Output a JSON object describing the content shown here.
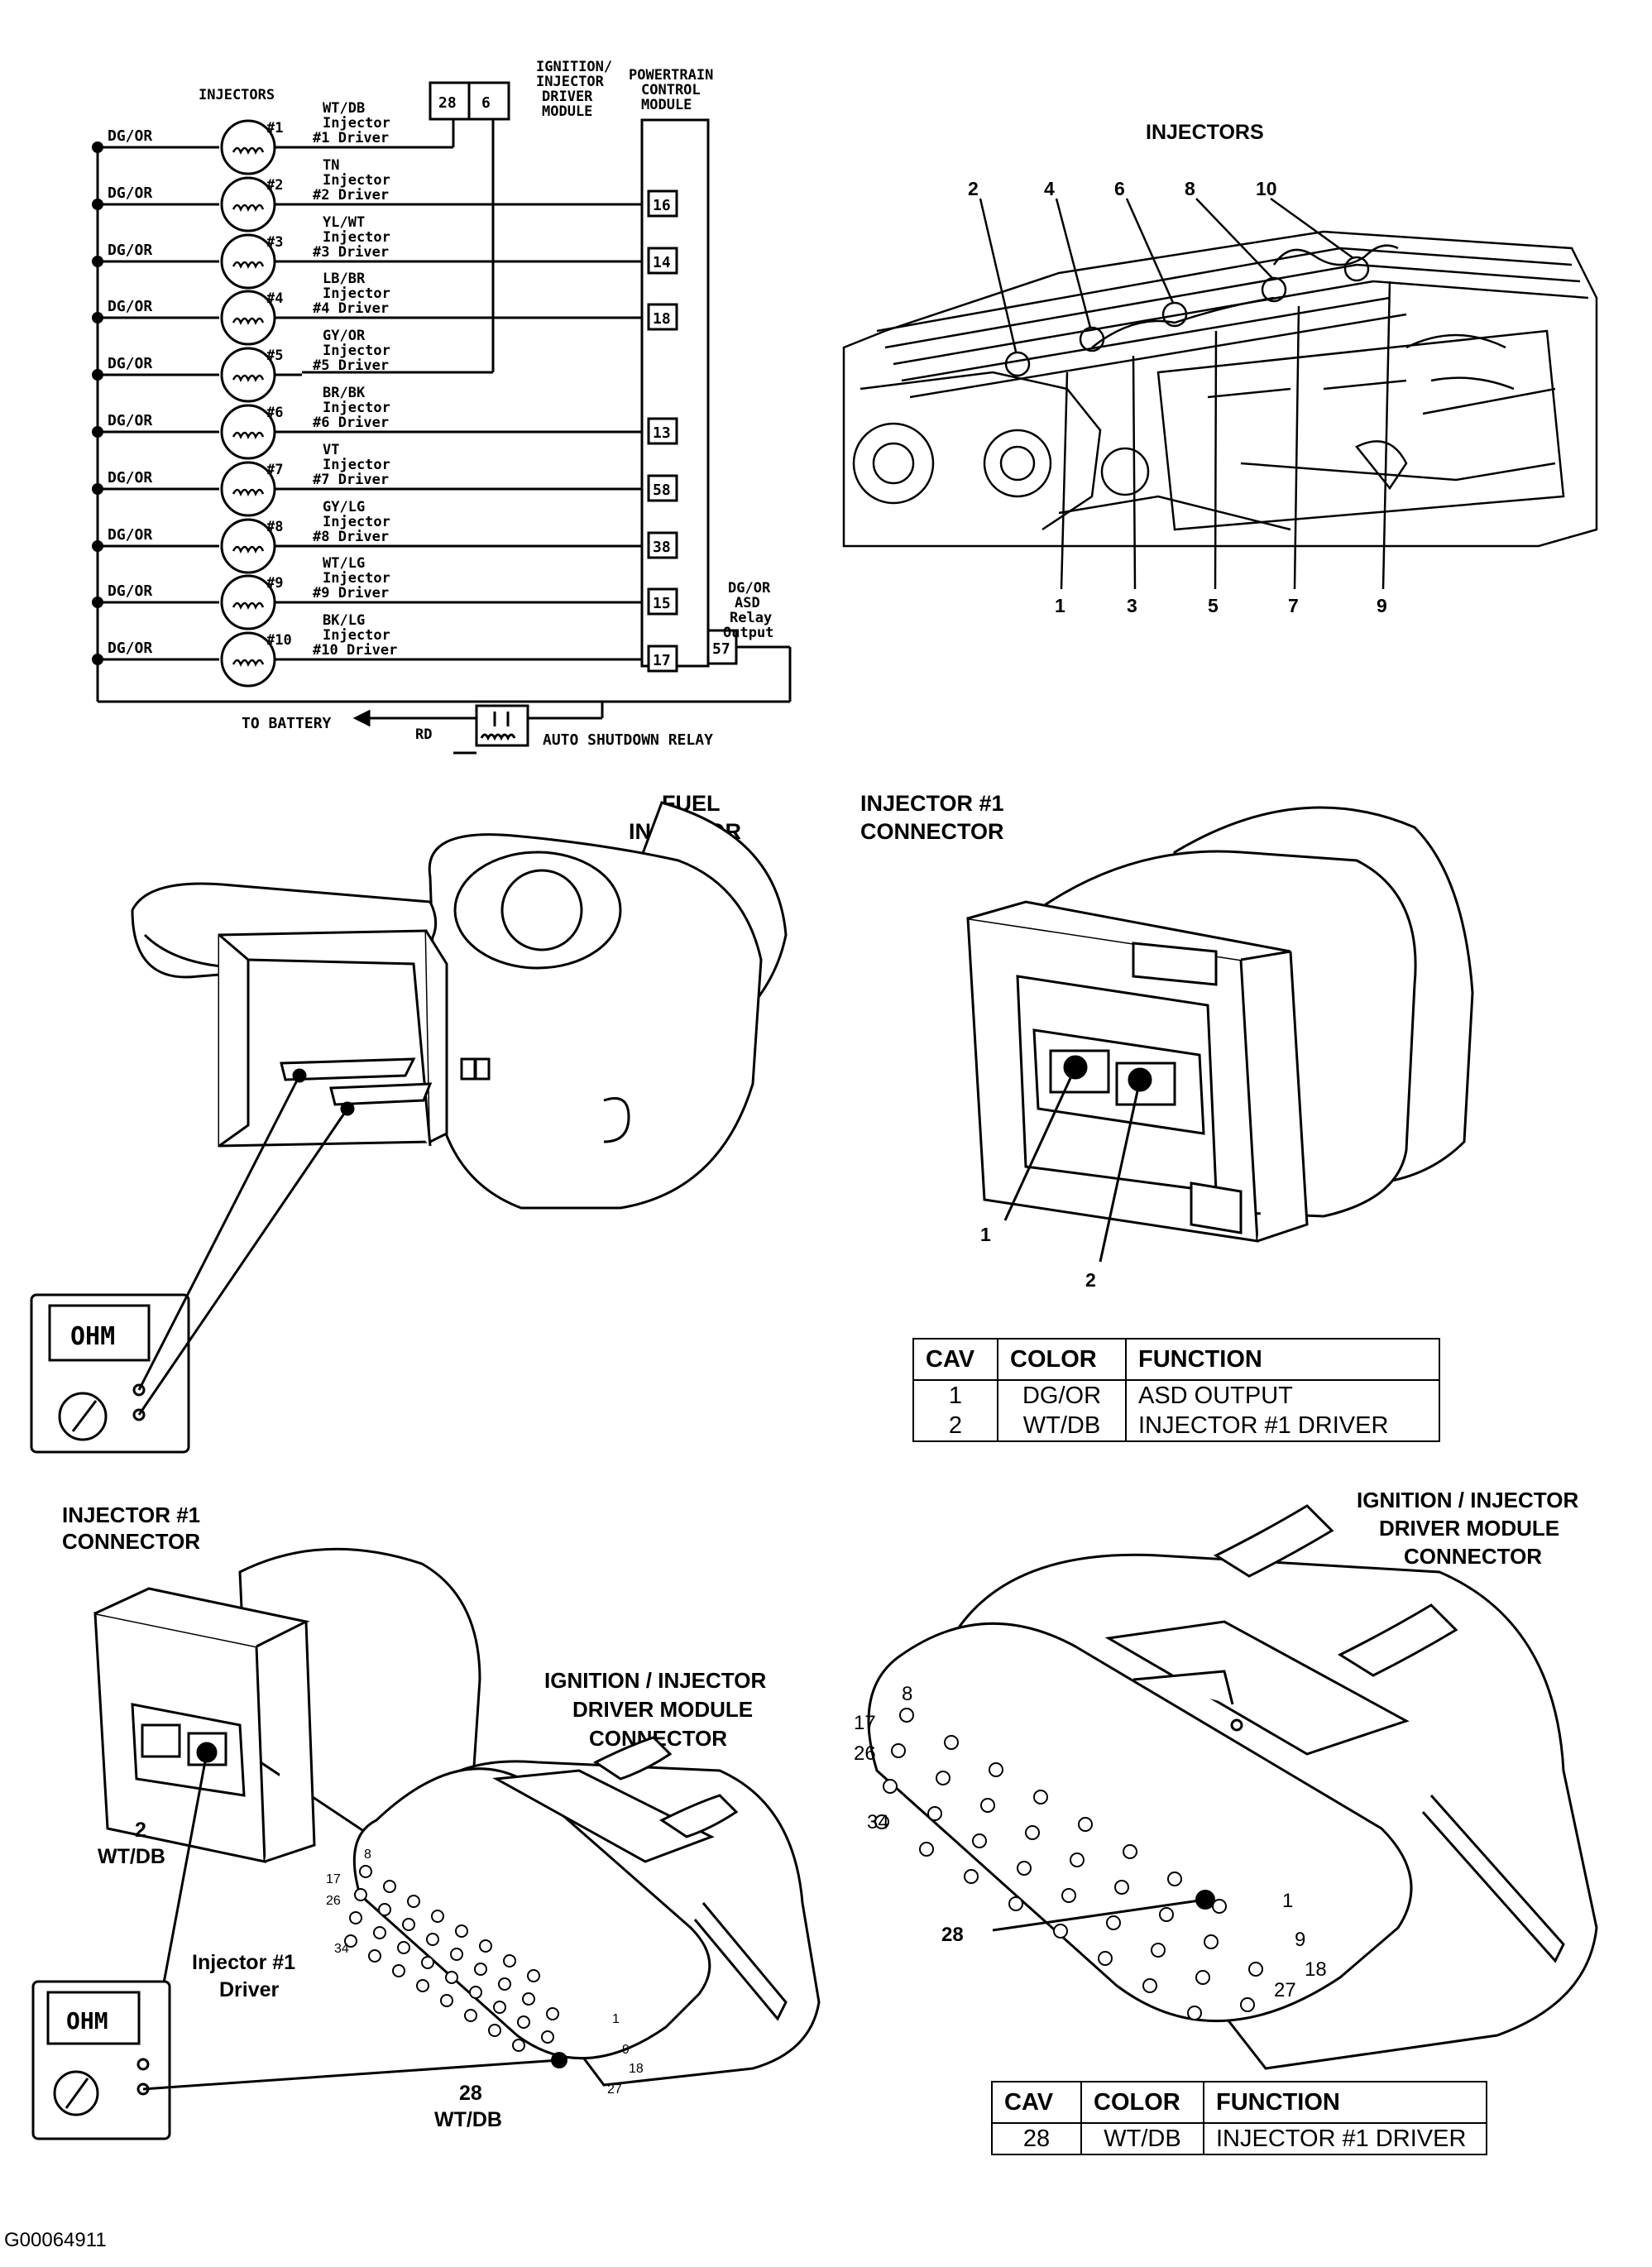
{
  "wiring": {
    "injectors_title": "INJECTORS",
    "idm_title": [
      "IGNITION/",
      "INJECTOR",
      "DRIVER",
      "MODULE"
    ],
    "idm_pins": [
      "28",
      "6"
    ],
    "pcm_title": [
      "POWERTRAIN",
      "CONTROL",
      "MODULE"
    ],
    "feed_wire": "DG/OR",
    "injectors": [
      {
        "num": "#1",
        "color": "WT/DB",
        "line1": "Injector",
        "line2": "#1 Driver",
        "pin": ""
      },
      {
        "num": "#2",
        "color": "TN",
        "line1": "Injector",
        "line2": "#2 Driver",
        "pin": "16"
      },
      {
        "num": "#3",
        "color": "YL/WT",
        "line1": "Injector",
        "line2": "#3 Driver",
        "pin": "14"
      },
      {
        "num": "#4",
        "color": "LB/BR",
        "line1": "Injector",
        "line2": "#4 Driver",
        "pin": "18"
      },
      {
        "num": "#5",
        "color": "GY/OR",
        "line1": "Injector",
        "line2": "#5 Driver",
        "pin": ""
      },
      {
        "num": "#6",
        "color": "BR/BK",
        "line1": "Injector",
        "line2": "#6 Driver",
        "pin": "13"
      },
      {
        "num": "#7",
        "color": "VT",
        "line1": "Injector",
        "line2": "#7 Driver",
        "pin": "58"
      },
      {
        "num": "#8",
        "color": "GY/LG",
        "line1": "Injector",
        "line2": "#8 Driver",
        "pin": "38"
      },
      {
        "num": "#9",
        "color": "WT/LG",
        "line1": "Injector",
        "line2": "#9 Driver",
        "pin": "15"
      },
      {
        "num": "#10",
        "color": "BK/LG",
        "line1": "Injector",
        "line2": "#10 Driver",
        "pin": "17"
      }
    ],
    "pin_57": "57",
    "asd_output": [
      "DG/OR",
      "ASD",
      "Relay",
      "Output"
    ],
    "to_battery": "TO BATTERY",
    "rd": "RD",
    "asd_relay": "AUTO SHUTDOWN RELAY"
  },
  "engine_photo": {
    "title": "INJECTORS",
    "top_labels": [
      "2",
      "4",
      "6",
      "8",
      "10"
    ],
    "bottom_labels": [
      "1",
      "3",
      "5",
      "7",
      "9"
    ]
  },
  "fuel_injector": {
    "title": [
      "FUEL",
      "INJECTOR"
    ],
    "meter": "OHM"
  },
  "injector_connector": {
    "title": [
      "INJECTOR #1",
      "CONNECTOR"
    ],
    "pin_labels": [
      "1",
      "2"
    ],
    "table": {
      "headers": [
        "CAV",
        "COLOR",
        "FUNCTION"
      ],
      "rows": [
        {
          "cav": "1",
          "color": "DG/OR",
          "function": "ASD OUTPUT"
        },
        {
          "cav": "2",
          "color": "WT/DB",
          "function": "INJECTOR #1 DRIVER"
        }
      ]
    }
  },
  "test_diagram": {
    "conn_title": [
      "INJECTOR #1",
      "CONNECTOR"
    ],
    "pin2": [
      "2",
      "WT/DB"
    ],
    "idm_title": [
      "IGNITION / INJECTOR",
      "DRIVER MODULE",
      "CONNECTOR"
    ],
    "pin_numbers": [
      "8",
      "17",
      "26",
      "34",
      "1",
      "9",
      "18",
      "27"
    ],
    "driver_label": [
      "Injector #1",
      "Driver"
    ],
    "pin28": [
      "28",
      "WT/DB"
    ],
    "meter": "OHM"
  },
  "idm_connector": {
    "title": [
      "IGNITION / INJECTOR",
      "DRIVER MODULE",
      "CONNECTOR"
    ],
    "pin_numbers": [
      "8",
      "17",
      "26",
      "34",
      "1",
      "9",
      "18",
      "27"
    ],
    "callout": "28",
    "table": {
      "headers": [
        "CAV",
        "COLOR",
        "FUNCTION"
      ],
      "rows": [
        {
          "cav": "28",
          "color": "WT/DB",
          "function": "INJECTOR #1 DRIVER"
        }
      ]
    }
  },
  "figure_id": "G00064911"
}
